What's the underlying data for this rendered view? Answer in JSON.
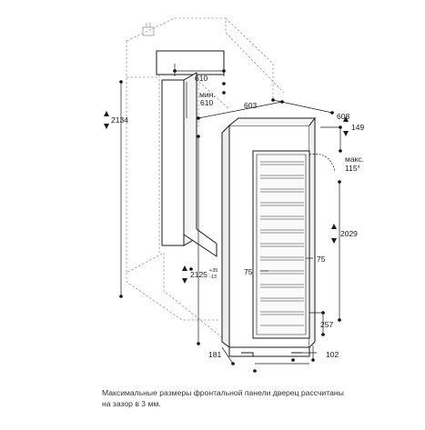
{
  "dimensions": {
    "d610": "610",
    "min_word": "мин.",
    "min_610": "610",
    "d2134": "2134",
    "d603": "603",
    "d608": "608",
    "d149": "149",
    "max_word": "макс.",
    "max_angle": "115°",
    "d2029": "2029",
    "d75_left": "75",
    "d75_right": "75",
    "d2125": "2125",
    "tol_plus": "+35",
    "tol_minus": "-13",
    "d257": "257",
    "d181": "181",
    "d102": "102"
  },
  "caption": {
    "line1": "Максимальные размеры фронтальной панели дверец рассчитаны",
    "line2": "на зазор в 3 мм."
  },
  "colors": {
    "line": "#1a1a1a",
    "dashed": "#9a9a9a",
    "shelf": "#6e6e6e",
    "marker": "#111111"
  }
}
